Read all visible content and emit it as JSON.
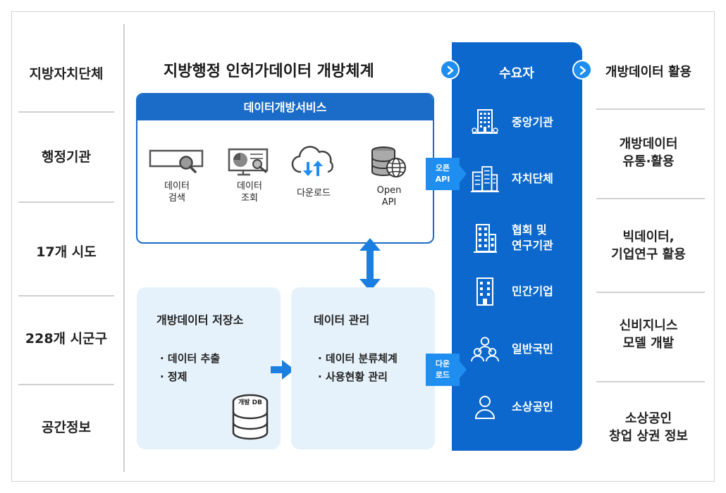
{
  "left_column": {
    "items": [
      "지방자치단체",
      "행정기관",
      "17개 시도",
      "228개 시군구",
      "공간정보"
    ]
  },
  "main": {
    "title": "지방행정 인허가데이터 개방체계",
    "service_box": {
      "header": "데이터개방서비스",
      "items": [
        {
          "line1": "데이터",
          "line2": "검색",
          "icon": "search-monitor-icon"
        },
        {
          "line1": "데이터",
          "line2": "조회",
          "icon": "chart-monitor-icon"
        },
        {
          "line1": "다운로드",
          "line2": "",
          "icon": "cloud-download-icon"
        },
        {
          "line1": "Open",
          "line2": "API",
          "icon": "database-globe-icon"
        }
      ]
    },
    "storage_box": {
      "title": "개방데이터 저장소",
      "items": [
        "· 데이터 추출",
        "· 정제"
      ],
      "db_label": "개발 DB"
    },
    "management_box": {
      "title": "데이터 관리",
      "items": [
        "· 데이터 분류체계",
        "· 사용현황 관리"
      ]
    }
  },
  "tags": {
    "open_api": [
      "오픈",
      "API"
    ],
    "download": [
      "다운",
      "로드"
    ]
  },
  "demand": {
    "title": "수요자",
    "items": [
      {
        "label": "중앙기관",
        "icon": "government-building-icon"
      },
      {
        "label": "자치단체",
        "icon": "city-buildings-icon"
      },
      {
        "label1": "협회 및",
        "label2": "연구기관",
        "icon": "office-building-icon"
      },
      {
        "label": "민간기업",
        "icon": "company-building-icon"
      },
      {
        "label": "일반국민",
        "icon": "people-group-icon"
      },
      {
        "label": "소상공인",
        "icon": "person-icon"
      }
    ]
  },
  "right_column": {
    "title": "개방데이터 활용",
    "items": [
      [
        "개방데이터",
        "유통·활용"
      ],
      [
        "빅데이터,",
        "기업연구 활용"
      ],
      [
        "신비지니스",
        "모델 개발"
      ],
      [
        "소상공인",
        "창업 상권 정보"
      ]
    ]
  },
  "colors": {
    "primary_blue": "#1a6cc8",
    "panel_blue": "#0c68cc",
    "accent_blue": "#1e8ef0",
    "light_box": "#e6f2fb"
  }
}
